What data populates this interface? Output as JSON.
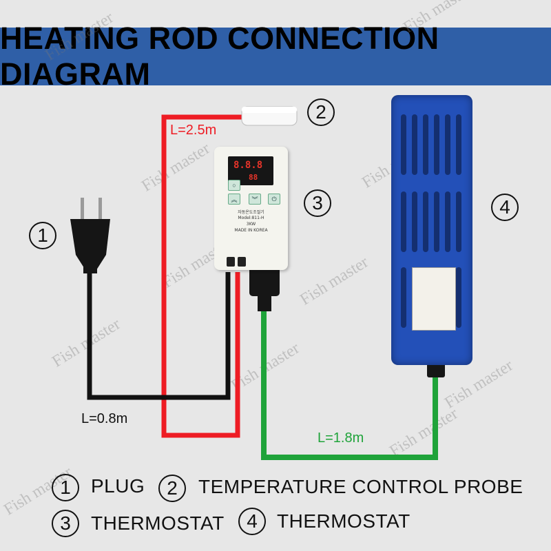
{
  "title": "HEATING ROD CONNECTION DIAGRAM",
  "watermark": "Fish master",
  "markers": {
    "plug": "1",
    "probe": "2",
    "thermostat": "3",
    "heater": "4"
  },
  "lengths": {
    "red": "L=2.5m",
    "black": "L=0.8m",
    "green": "L=1.8m"
  },
  "legend": {
    "item1_num": "1",
    "item1_label": "PLUG",
    "item2_num": "2",
    "item2_label": "TEMPERATURE CONTROL PROBE",
    "item3_num": "3",
    "item3_label": "THERMOSTAT",
    "item4_num": "4",
    "item4_label": "THERMOSTAT"
  },
  "device": {
    "brand_line": "자동온도조절기",
    "model": "Model:811-H",
    "power": "3KW",
    "made_in": "MADE IN KOREA"
  },
  "colors": {
    "banner": "#2f5fa7",
    "red_wire": "#ee1c24",
    "black_wire": "#111111",
    "green_wire": "#1fa33a",
    "heater": "#2350b8"
  }
}
